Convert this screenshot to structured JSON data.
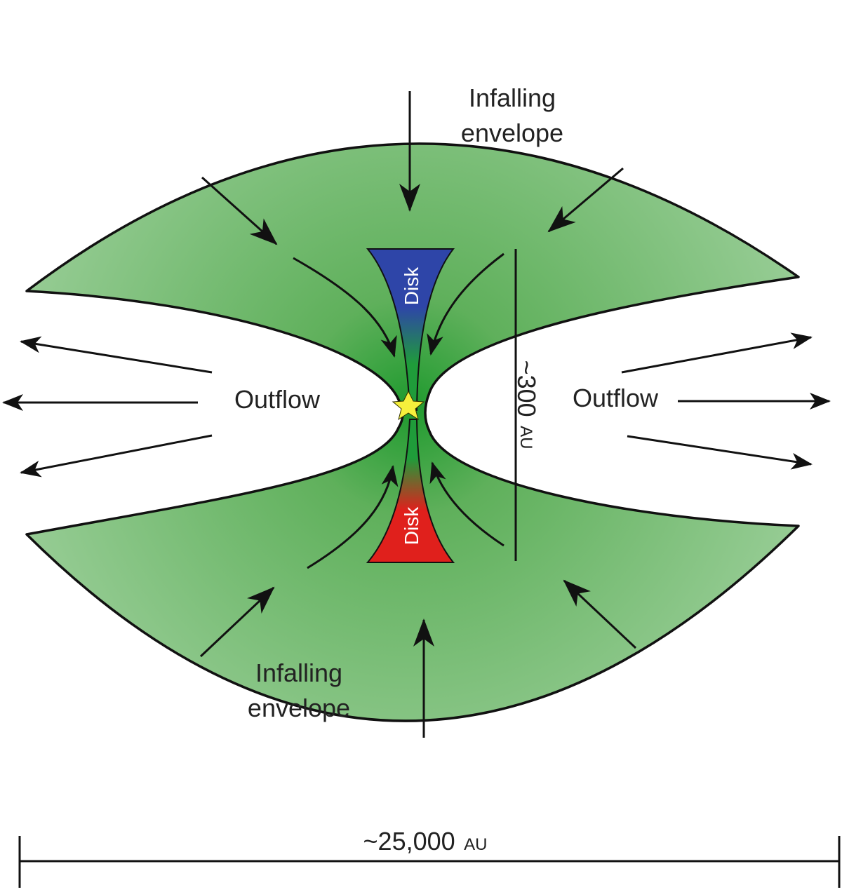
{
  "labels": {
    "infall_top_line1": "Infalling",
    "infall_top_line2": "envelope",
    "infall_bottom_line1": "Infalling",
    "infall_bottom_line2": "envelope",
    "outflow_left": "Outflow",
    "outflow_right": "Outflow",
    "disk_top": "Disk",
    "disk_bottom": "Disk",
    "scale_small_value": "~300",
    "scale_small_unit": "AU",
    "scale_large_value": "~25,000",
    "scale_large_unit": "AU"
  },
  "colors": {
    "envelope_light": "#9ccf9a",
    "envelope_mid": "#5fb05b",
    "envelope_dark": "#1f9a2e",
    "disk_top": "#2e45a8",
    "disk_top_inner": "#1f9c3a",
    "disk_bottom": "#e0201c",
    "disk_bottom_inner": "#1f9c3a",
    "star": "#f6ef3c",
    "ink": "#111111"
  }
}
